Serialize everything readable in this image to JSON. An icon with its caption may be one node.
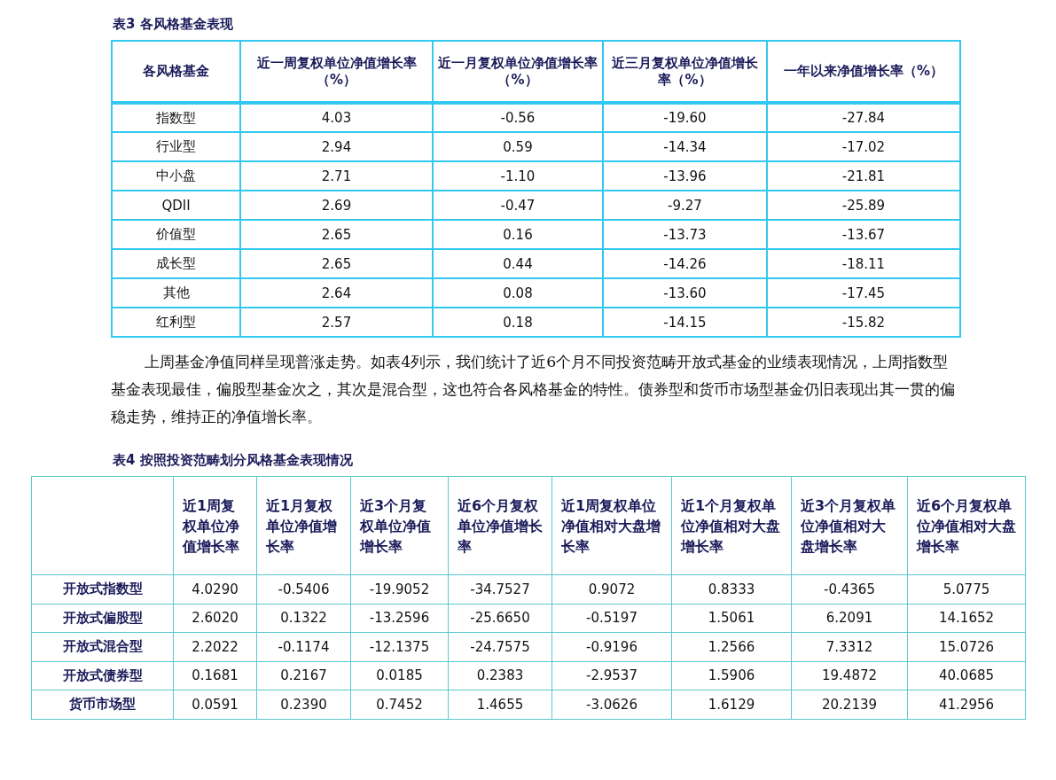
{
  "diagram": {
    "labels": [
      "表3 各风格基金表现",
      "各风格基金",
      "近一周复权单位净值增长率（%）",
      "近一月复权单位净值增长率（%）",
      "近三月复权单位净值增长率（%）",
      "一年以来净值增长率（%）",
      "指数型",
      "4.03",
      "-0.56",
      "-19.60",
      "-27.84",
      "行业型",
      "2.94",
      "0.59",
      "-14.34",
      "-17.02",
      "中小盘",
      "2.71",
      "-1.10",
      "-13.96",
      "-21.81",
      "QDII",
      "2.69",
      "-0.47",
      "-9.27",
      "-25.89",
      "价值型",
      "2.65",
      "0.16",
      "-13.73",
      "-13.67",
      "成长型",
      "2.65",
      "0.44",
      "-14.26",
      "-18.11",
      "其他",
      "2.64",
      "0.08",
      "-13.60",
      "-17.45",
      "红利型",
      "2.57",
      "0.18",
      "-14.15",
      "-15.82",
      "上周基金净值同样呈现普涨走势。如表4列示，我们统计了近6个月不同投资范畴开放式基金的业绩表现情况，上周指数型基金表现最佳，偏股型基金次之，其次是混合型，这也符合各风格基金的特性。债券型和货币市场型基金仍旧表现出其一贯的偏稳走势，维持正的净值增长率。",
      "表4 按照投资范畴划分风格基金表现情况",
      "近1周复权单位净值增长率",
      "近1月复权单位净值增长率",
      "近3个月复权单位净值增长率",
      "近6个月复权单位净值增长率",
      "近1周复权单位净值相对大盘增长率",
      "近1个月复权单位净值相对大盘增长率",
      "近3个月复权单位净值相对大盘增长率",
      "近6个月复权单位净值相对大盘增长率",
      "开放式指数型",
      "4.0290",
      "-0.5406",
      "-19.9052",
      "-34.7527",
      "0.9072",
      "0.8333",
      "-0.4365",
      "5.0775",
      "开放式偏股型",
      "2.6020",
      "0.1322",
      "-13.2596",
      "-25.6650",
      "-0.5197",
      "1.5061",
      "6.2091",
      "14.1652",
      "开放式混合型",
      "2.2022",
      "-0.1174",
      "-12.1375",
      "-24.7575",
      "-0.9196",
      "1.2566",
      "7.3312",
      "15.0726",
      "开放式债券型",
      "0.1681",
      "0.2167",
      "0.0185",
      "0.2383",
      "-2.9537",
      "1.5906",
      "19.4872",
      "40.0685",
      "货币市场型",
      "0.0591",
      "0.2390",
      "0.7452",
      "1.4655",
      "-3.0626",
      "1.6129",
      "20.2139",
      "41.2956"
    ]
  }
}
